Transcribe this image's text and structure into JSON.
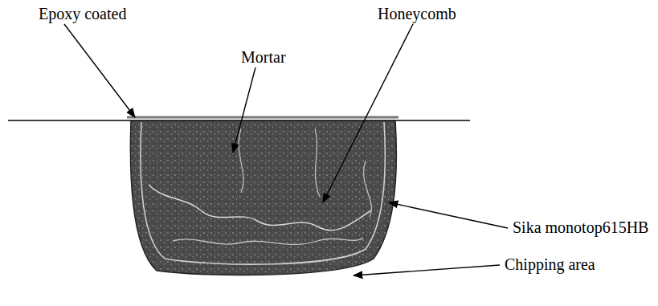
{
  "diagram": {
    "labels": [
      "Epoxy coated",
      "Mortar",
      "Honeycomb",
      "Sika monotop615HB",
      "Chipping area"
    ]
  }
}
